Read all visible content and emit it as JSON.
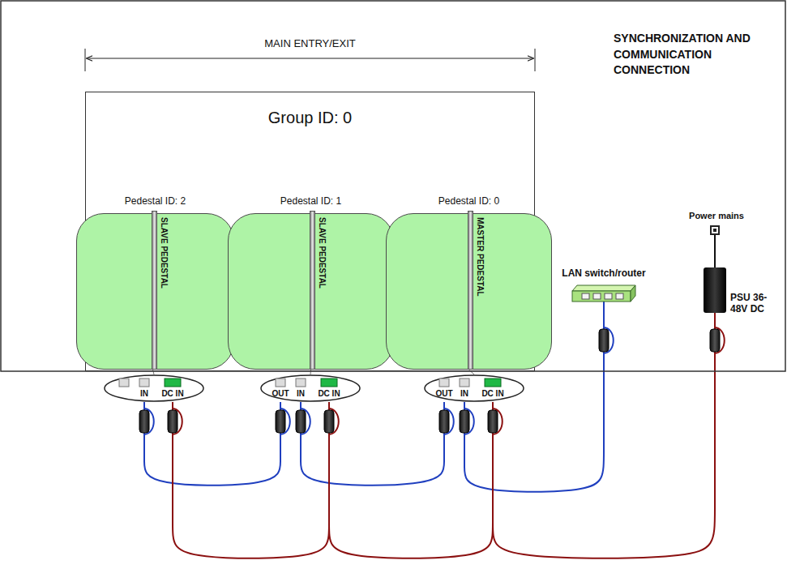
{
  "diagram": {
    "title": "SYNCHRONIZATION AND COMMUNICATION CONNECTION",
    "nodes": [
      {
        "text": [
          "Group ID: 0"
        ]
      },
      {
        "text": [
          "Pedestal ID: 2",
          "SLAVE PEDESTAL"
        ],
        "in": 0
      },
      {
        "text": [
          "Pedestal ID: 1",
          "SLAVE PEDESTAL"
        ],
        "in": 0
      },
      {
        "text": [
          "Pedestal ID: 0",
          "MASTER PEDESTAL"
        ],
        "in": 0
      },
      {
        "text": [
          "LAN switch/router"
        ]
      },
      {
        "text": [
          "Power mains"
        ]
      },
      {
        "text": [
          "PSU 36-48V DC"
        ]
      },
      {
        "text": [
          "IN",
          "DC IN"
        ]
      },
      {
        "text": [
          "OUT",
          "IN",
          "DC IN"
        ]
      },
      {
        "text": [
          "OUT",
          "IN",
          "DC IN"
        ]
      }
    ],
    "edges": [
      {
        "from": 1,
        "to": 7,
        "arrow": "none"
      },
      {
        "from": 2,
        "to": 8,
        "arrow": "none"
      },
      {
        "from": 3,
        "to": 9,
        "arrow": "none"
      },
      {
        "from": 7,
        "to": 8,
        "arrow": "none"
      },
      {
        "from": 8,
        "to": 9,
        "arrow": "none"
      },
      {
        "from": 9,
        "to": 4,
        "arrow": "none"
      },
      {
        "from": 7,
        "to": 8,
        "arrow": "none"
      },
      {
        "from": 8,
        "to": 9,
        "arrow": "none"
      },
      {
        "from": 9,
        "to": 6,
        "arrow": "none"
      },
      {
        "from": 5,
        "to": 6,
        "arrow": "none"
      }
    ],
    "labels": [
      "MAIN ENTRY/EXIT"
    ]
  }
}
